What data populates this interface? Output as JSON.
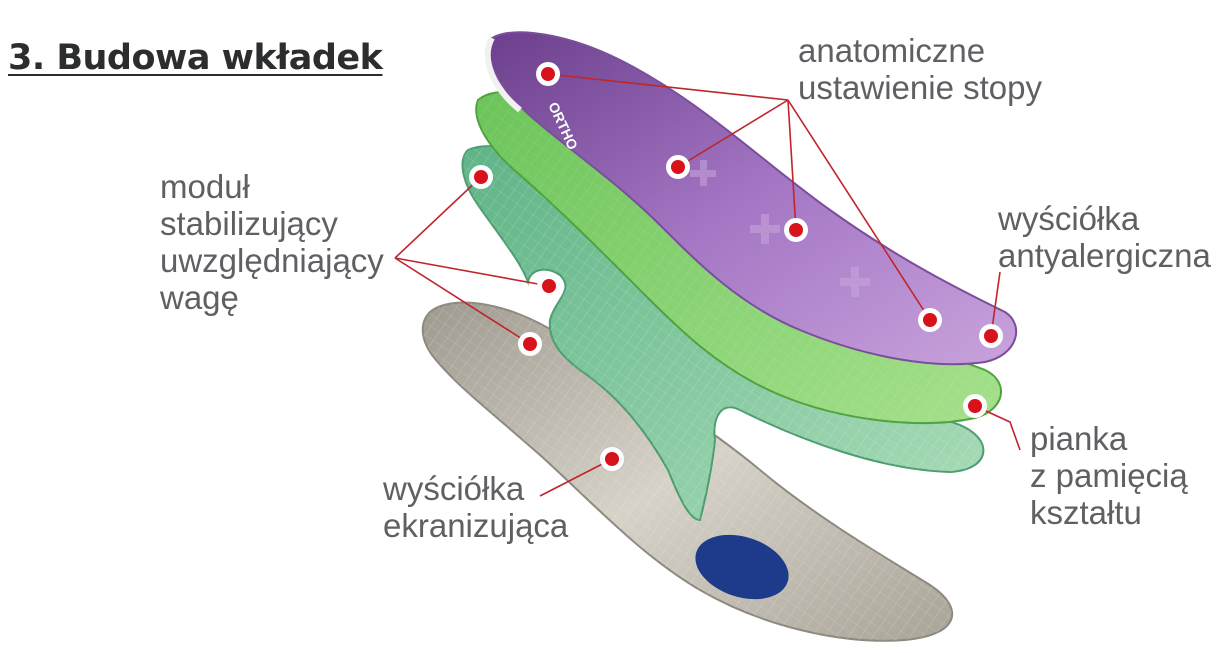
{
  "title": "3. Budowa wkładek",
  "labels": {
    "anatomic": [
      "anatomiczne",
      "ustawienie stopy"
    ],
    "stabilizer": [
      "moduł",
      "stabilizujący",
      "uwzględniający",
      "wagę"
    ],
    "antiallergic": [
      "wyściółka",
      "antyalergiczna"
    ],
    "foam": [
      "pianka",
      "z pamięcią",
      "kształtu"
    ],
    "shielding": [
      "wyściółka",
      "ekranizująca"
    ]
  },
  "logo_text": "ORTHO",
  "colors": {
    "callout_line": "#c0252b",
    "marker": "#d8121a",
    "purple_layer": "#9b68b8",
    "green_layer": "#8ed67a",
    "mint_layer": "#7cc79a",
    "grey_layer": "#bdb8ac",
    "heel_pad": "#1e3a8a"
  }
}
